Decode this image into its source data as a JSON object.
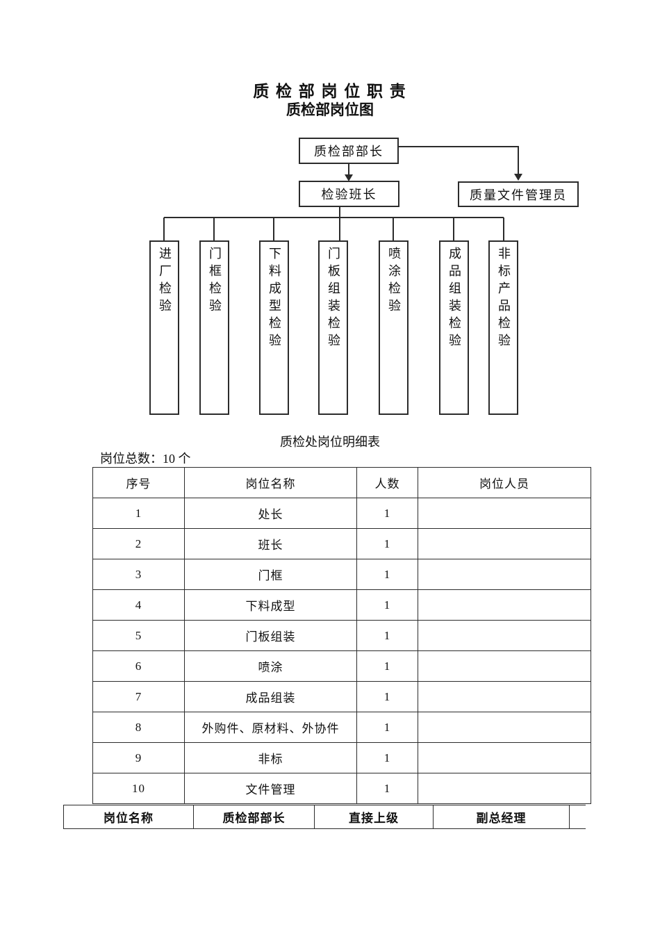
{
  "titles": {
    "main": "质 检 部 岗 位 职 责",
    "sub": "质检部岗位图"
  },
  "org_chart": {
    "root_label": "质检部部长",
    "leader_label": "检验班长",
    "doc_manager_label": "质量文件管理员",
    "leaf_boxes": [
      {
        "label": "进厂检验"
      },
      {
        "label": "门框检验"
      },
      {
        "label": "下料成型检验"
      },
      {
        "label": "门板组装检验"
      },
      {
        "label": "喷涂检验"
      },
      {
        "label": "成品组装检验"
      },
      {
        "label": "非标产品检验"
      }
    ],
    "line_color": "#2b2b2b"
  },
  "detail_table": {
    "caption": "质检处岗位明细表",
    "total_label": "岗位总数：10 个",
    "headers": [
      "序号",
      "岗位名称",
      "人数",
      "岗位人员"
    ],
    "rows": [
      {
        "no": "1",
        "name": "处长",
        "count": "1",
        "person": ""
      },
      {
        "no": "2",
        "name": "班长",
        "count": "1",
        "person": ""
      },
      {
        "no": "3",
        "name": "门框",
        "count": "1",
        "person": ""
      },
      {
        "no": "4",
        "name": "下料成型",
        "count": "1",
        "person": ""
      },
      {
        "no": "5",
        "name": "门板组装",
        "count": "1",
        "person": ""
      },
      {
        "no": "6",
        "name": "喷涂",
        "count": "1",
        "person": ""
      },
      {
        "no": "7",
        "name": "成品组装",
        "count": "1",
        "person": ""
      },
      {
        "no": "8",
        "name": "外购件、原材料、外协件",
        "count": "1",
        "person": ""
      },
      {
        "no": "9",
        "name": "非标",
        "count": "1",
        "person": ""
      },
      {
        "no": "10",
        "name": "文件管理",
        "count": "1",
        "person": ""
      }
    ]
  },
  "footer_row": {
    "cells": [
      "岗位名称",
      "质检部部长",
      "直接上级",
      "副总经理"
    ]
  }
}
